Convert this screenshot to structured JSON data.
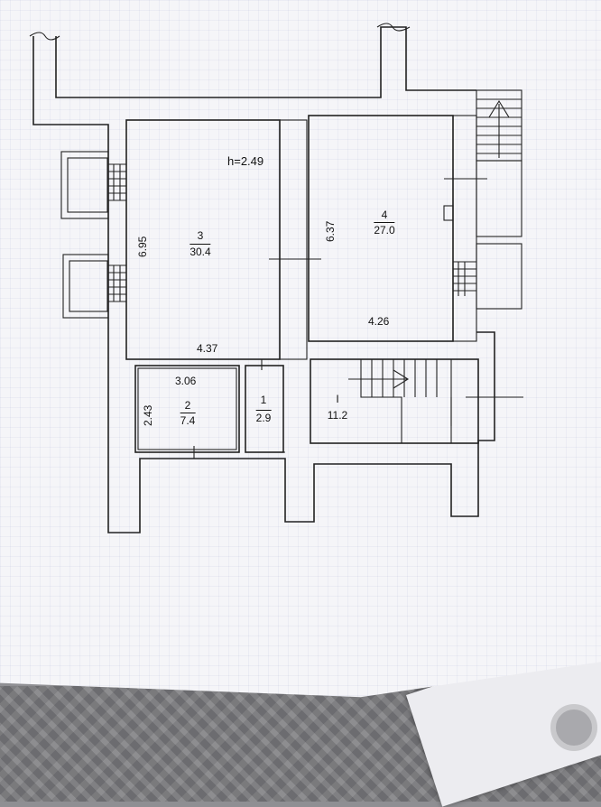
{
  "plan": {
    "height_note": "h=2.49",
    "rooms": [
      {
        "number": "3",
        "area": "30.4"
      },
      {
        "number": "4",
        "area": "27.0"
      },
      {
        "number": "2",
        "area": "7.4"
      },
      {
        "number": "1",
        "area": "2.9"
      },
      {
        "number": "I",
        "area": "11.2"
      }
    ],
    "dimensions": {
      "room3_height": "6.95",
      "room3_width": "4.37",
      "room4_height": "6.37",
      "room4_width": "4.26",
      "room2_width": "3.06",
      "room2_height": "2.43"
    }
  }
}
